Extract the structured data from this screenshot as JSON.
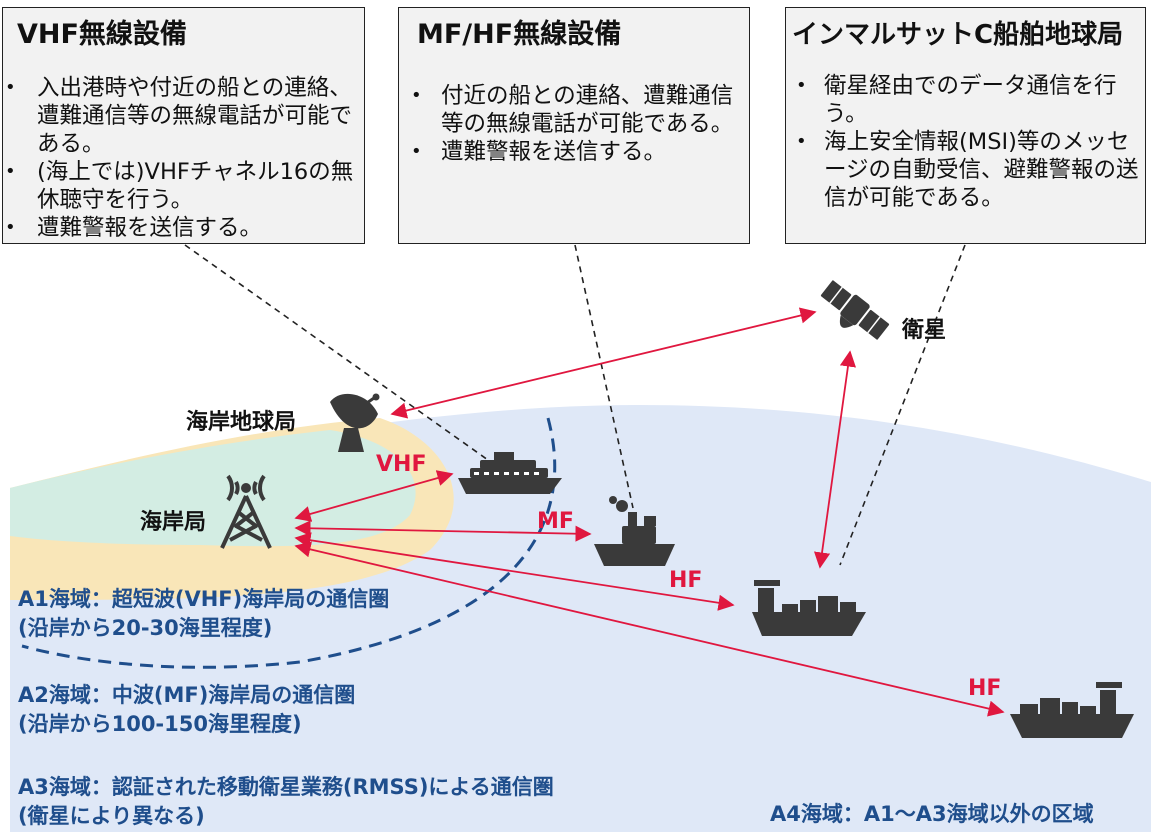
{
  "boxes": {
    "vhf": {
      "title": "VHF無線設備",
      "items": [
        "入出港時や付近の船との連絡、遭難通信等の無線電話が可能である。",
        "(海上では)VHFチャネル16の無休聴守を行う。",
        "遭難警報を送信する。"
      ]
    },
    "mf": {
      "title": "MF/HF無線設備",
      "items": [
        "付近の船との連絡、遭難通信等の無線電話が可能である。",
        "遭難警報を送信する。"
      ]
    },
    "inmarsat": {
      "title": "インマルサットC船舶地球局",
      "items": [
        "衛星経由でのデータ通信を行う。",
        "海上安全情報(MSI)等のメッセージの自動受信、避難警報の送信が可能である。"
      ]
    }
  },
  "labels": {
    "satellite": "衛星",
    "coast_earth_station": "海岸地球局",
    "coast_station": "海岸局",
    "vhf": "VHF",
    "mf": "MF",
    "hf1": "HF",
    "hf2": "HF"
  },
  "areas": {
    "a1_line1": "A1海域：超短波(VHF)海岸局の通信圏",
    "a1_line2": "(沿岸から20-30海里程度)",
    "a2_line1": "A2海域：中波(MF)海岸局の通信圏",
    "a2_line2": "(沿岸から100-150海里程度)",
    "a3_line1": "A3海域：認証された移動衛星業務(RMSS)による通信圏",
    "a3_line2": "(衛星により異なる)",
    "a4": "A4海域：A1～A3海域以外の区域"
  },
  "colors": {
    "sea": "#dfe8f7",
    "a2_zone": "#f9e6b8",
    "a1_zone": "#d3ede3",
    "link_red": "#e0173f",
    "area_text": "#1f4e8c",
    "icon_dark": "#3a3a3a"
  },
  "icons": [
    "satellite-icon",
    "satellite-dish-icon",
    "radio-tower-icon",
    "ferry-ship-icon",
    "tug-boat-icon",
    "cargo-ship-icon"
  ]
}
